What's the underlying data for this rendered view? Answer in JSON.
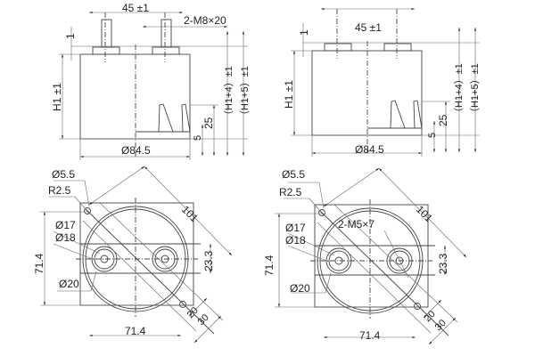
{
  "side_view": {
    "pitch": "45 ±1",
    "thread": "2-M8×20",
    "height": "H1 ±1",
    "step": "1",
    "height_plus4": "（H1+4）±1",
    "height_plus5": "（H1+5）±1",
    "bracket_height": "25",
    "bracket_thickness": "5",
    "diameter": "Ø84.5"
  },
  "side_view_right": {
    "pitch": "45 ±1",
    "height": "H1 ±1",
    "step": "1",
    "height_plus4": "（H1+4）±1",
    "height_plus5": "（H1+5）±1",
    "bracket_height": "25",
    "bracket_thickness": "5",
    "diameter": "Ø84.5"
  },
  "top_view": {
    "hole": "Ø5.5",
    "radius": "R2.5",
    "d17": "Ø17",
    "d18": "Ø18",
    "d20": "Ø20",
    "diag": "101",
    "height": "71.4",
    "width": "71.4",
    "band": "23.3",
    "w20": "20",
    "w30": "30"
  },
  "top_view_right": {
    "hole": "Ø5.5",
    "radius": "R2.5",
    "thread": "2-M5×7",
    "d17": "Ø17",
    "d18": "Ø18",
    "d20": "Ø20",
    "diag": "101",
    "height": "71.4",
    "width": "71.4",
    "band": "23.3",
    "w20": "20",
    "w30": "30"
  }
}
